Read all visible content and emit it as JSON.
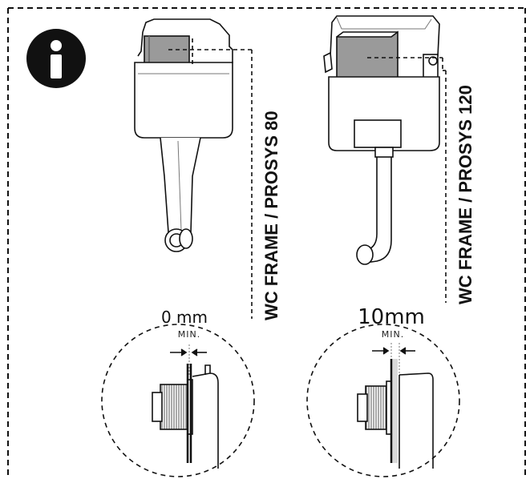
{
  "info_badge": {
    "glyph": "i",
    "color": "#111111"
  },
  "frames": [
    {
      "label": "WC FRAME / PROSYS 80"
    },
    {
      "label": "WC FRAME / PROSYS 120"
    }
  ],
  "gaps": [
    {
      "value": "0 mm",
      "min_label": "MIN."
    },
    {
      "value": "10mm",
      "min_label": "MIN."
    }
  ],
  "colors": {
    "line": "#111111",
    "fill_gray": "#9a9a9a",
    "panel": "#ffffff"
  }
}
